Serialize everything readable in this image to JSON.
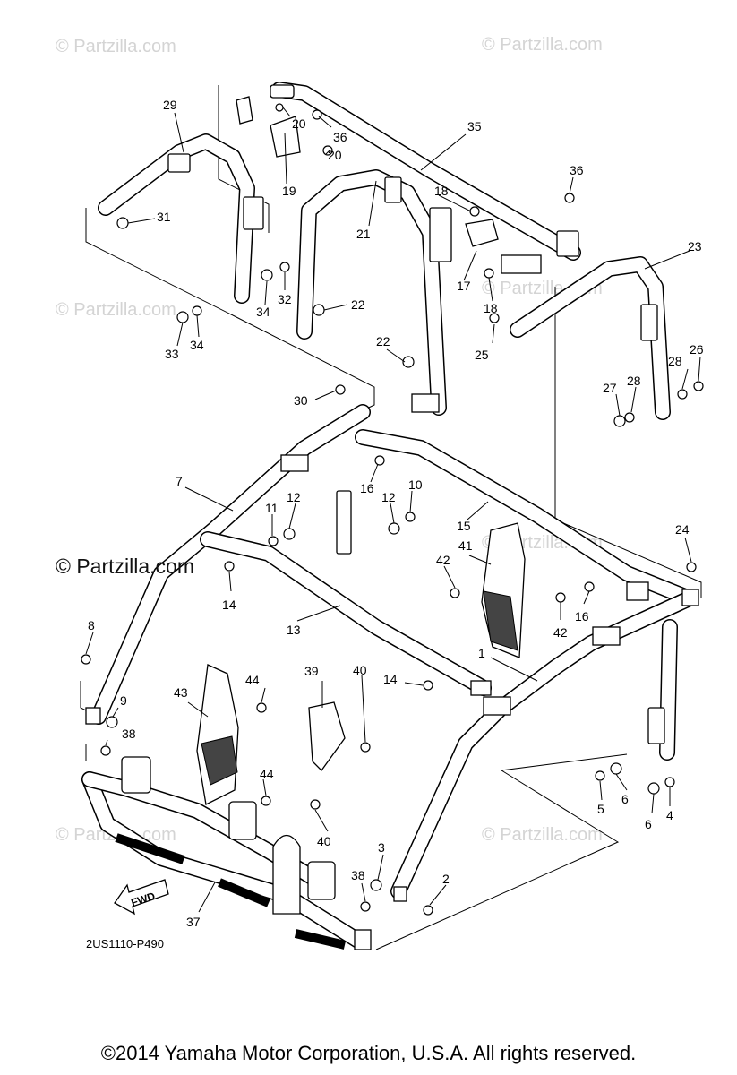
{
  "watermarks": {
    "faint": "© Partzilla.com",
    "prominent": "© Partzilla.com"
  },
  "diagram_code": "2US1110-P490",
  "fwd_label": "FWD",
  "callouts": [
    {
      "id": "c29",
      "text": "29"
    },
    {
      "id": "c20a",
      "text": "20"
    },
    {
      "id": "c36a",
      "text": "36"
    },
    {
      "id": "c20b",
      "text": "20"
    },
    {
      "id": "c19",
      "text": "19"
    },
    {
      "id": "c35",
      "text": "35"
    },
    {
      "id": "c36b",
      "text": "36"
    },
    {
      "id": "c18a",
      "text": "18"
    },
    {
      "id": "c21",
      "text": "21"
    },
    {
      "id": "c31",
      "text": "31"
    },
    {
      "id": "c23",
      "text": "23"
    },
    {
      "id": "c17",
      "text": "17"
    },
    {
      "id": "c32",
      "text": "32"
    },
    {
      "id": "c34a",
      "text": "34"
    },
    {
      "id": "c22a",
      "text": "22"
    },
    {
      "id": "c18b",
      "text": "18"
    },
    {
      "id": "c33",
      "text": "33"
    },
    {
      "id": "c34b",
      "text": "34"
    },
    {
      "id": "c22b",
      "text": "22"
    },
    {
      "id": "c25",
      "text": "25"
    },
    {
      "id": "c26",
      "text": "26"
    },
    {
      "id": "c28a",
      "text": "28"
    },
    {
      "id": "c28b",
      "text": "28"
    },
    {
      "id": "c27",
      "text": "27"
    },
    {
      "id": "c30",
      "text": "30"
    },
    {
      "id": "c16a",
      "text": "16"
    },
    {
      "id": "c7",
      "text": "7"
    },
    {
      "id": "c11",
      "text": "11"
    },
    {
      "id": "c12a",
      "text": "12"
    },
    {
      "id": "c12b",
      "text": "12"
    },
    {
      "id": "c10",
      "text": "10"
    },
    {
      "id": "c15",
      "text": "15"
    },
    {
      "id": "c24",
      "text": "24"
    },
    {
      "id": "c41",
      "text": "41"
    },
    {
      "id": "c42a",
      "text": "42"
    },
    {
      "id": "c14a",
      "text": "14"
    },
    {
      "id": "c16b",
      "text": "16"
    },
    {
      "id": "c42b",
      "text": "42"
    },
    {
      "id": "c13",
      "text": "13"
    },
    {
      "id": "c8",
      "text": "8"
    },
    {
      "id": "c1",
      "text": "1"
    },
    {
      "id": "c39",
      "text": "39"
    },
    {
      "id": "c40a",
      "text": "40"
    },
    {
      "id": "c44a",
      "text": "44"
    },
    {
      "id": "c14b",
      "text": "14"
    },
    {
      "id": "c43",
      "text": "43"
    },
    {
      "id": "c9",
      "text": "9"
    },
    {
      "id": "c38a",
      "text": "38"
    },
    {
      "id": "c44b",
      "text": "44"
    },
    {
      "id": "c5",
      "text": "5"
    },
    {
      "id": "c6a",
      "text": "6"
    },
    {
      "id": "c6b",
      "text": "6"
    },
    {
      "id": "c4",
      "text": "4"
    },
    {
      "id": "c40b",
      "text": "40"
    },
    {
      "id": "c3",
      "text": "3"
    },
    {
      "id": "c38b",
      "text": "38"
    },
    {
      "id": "c2",
      "text": "2"
    },
    {
      "id": "c37",
      "text": "37"
    }
  ],
  "copyright": "©2014  Yamaha Motor Corporation, U.S.A. All rights reserved."
}
